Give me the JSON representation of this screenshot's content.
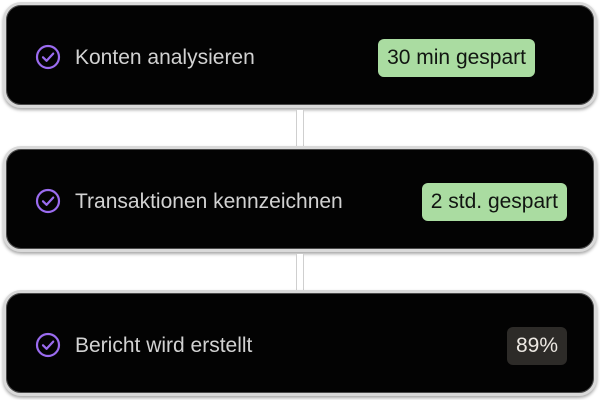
{
  "steps": [
    {
      "label": "Konten analysieren",
      "badge": "30 min gespart",
      "badge_style": "green"
    },
    {
      "label": "Transaktionen kennzeichnen",
      "badge": "2 std. gespart",
      "badge_style": "green"
    },
    {
      "label": "Bericht wird erstellt",
      "badge": "89%",
      "badge_style": "dark"
    }
  ],
  "icons": {
    "step_status": "check-circle-icon"
  },
  "colors": {
    "card_background": "#030303",
    "card_border": "#d9d9d9",
    "check_icon": "#9b6cf0",
    "label_text": "#d2d2d2",
    "badge_green": "#aadca1",
    "badge_dark": "#2d2b28"
  }
}
